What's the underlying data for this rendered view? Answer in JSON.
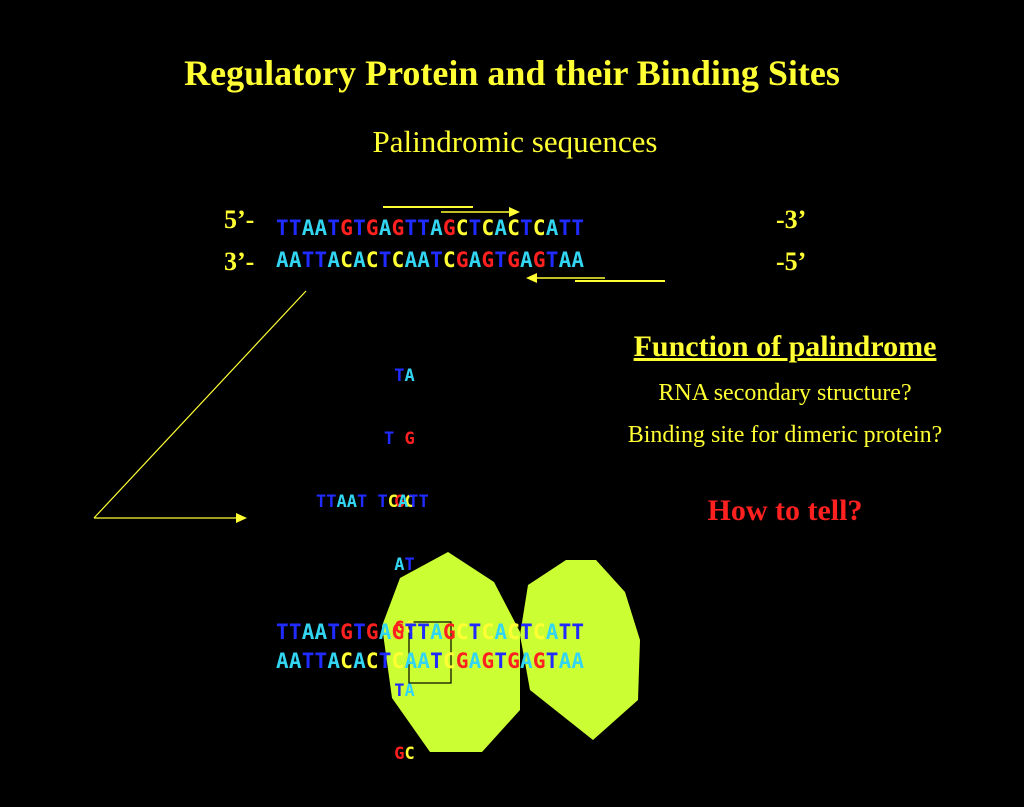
{
  "title": "Regulatory Protein and their Binding Sites",
  "subtitle": "Palindromic sequences",
  "duplex_top": {
    "left_label": "5’-",
    "right_label": "-3’",
    "seq": "TTAATGTGAGTTAGCTCACTCATT",
    "colors": [
      "b",
      "b",
      "c",
      "c",
      "b",
      "r",
      "b",
      "r",
      "c",
      "r",
      "b",
      "b",
      "c",
      "r",
      "y",
      "b",
      "y",
      "c",
      "y",
      "b",
      "y",
      "c",
      "b",
      "b"
    ]
  },
  "duplex_bottom": {
    "left_label": "3’-",
    "right_label": "-5’",
    "seq": "AATTACACTCAATCGAGTGAGTAA",
    "colors": [
      "c",
      "c",
      "b",
      "b",
      "c",
      "y",
      "c",
      "y",
      "b",
      "y",
      "c",
      "c",
      "b",
      "y",
      "r",
      "c",
      "r",
      "b",
      "r",
      "c",
      "r",
      "b",
      "c",
      "c"
    ]
  },
  "hairpin": {
    "rows": [
      {
        "text": " TA",
        "colors": [
          "w",
          "b",
          "c"
        ]
      },
      {
        "text": "T G",
        "colors": [
          "b",
          "w",
          "r"
        ]
      },
      {
        "text": " GC",
        "colors": [
          "w",
          "r",
          "y"
        ]
      },
      {
        "text": " AT",
        "colors": [
          "w",
          "c",
          "b"
        ]
      },
      {
        "text": " GC",
        "colors": [
          "w",
          "r",
          "y"
        ]
      },
      {
        "text": " TA",
        "colors": [
          "w",
          "b",
          "c"
        ]
      },
      {
        "text": " GC",
        "colors": [
          "w",
          "r",
          "y"
        ]
      }
    ],
    "base": {
      "text": "TTAAT TCATT",
      "colors": [
        "b",
        "b",
        "c",
        "c",
        "b",
        "w",
        "b",
        "y",
        "c",
        "b",
        "b"
      ]
    }
  },
  "function": {
    "heading": "Function of palindrome",
    "line1": "RNA secondary structure?",
    "line2": "Binding site for dimeric protein?",
    "question": "How to tell?"
  },
  "protein_top": {
    "seq": "TTAATGTGAGTTAGCTCACTCATT",
    "colors": [
      "b",
      "b",
      "c",
      "c",
      "b",
      "r",
      "b",
      "r",
      "c",
      "r",
      "b",
      "b",
      "c",
      "r",
      "y",
      "b",
      "y",
      "c",
      "y",
      "b",
      "y",
      "c",
      "b",
      "b"
    ]
  },
  "protein_bottom": {
    "seq": "AATTACACTCAATCGAGTGAGTAA",
    "colors": [
      "c",
      "c",
      "b",
      "b",
      "c",
      "y",
      "c",
      "y",
      "b",
      "y",
      "c",
      "c",
      "b",
      "y",
      "r",
      "c",
      "r",
      "b",
      "r",
      "c",
      "r",
      "b",
      "c",
      "c"
    ]
  },
  "palette": {
    "b": "#1F2BFF",
    "c": "#33D6F2",
    "r": "#FF2020",
    "y": "#FFFF33",
    "w": "#000000"
  },
  "protein_color": "#CCFF33"
}
